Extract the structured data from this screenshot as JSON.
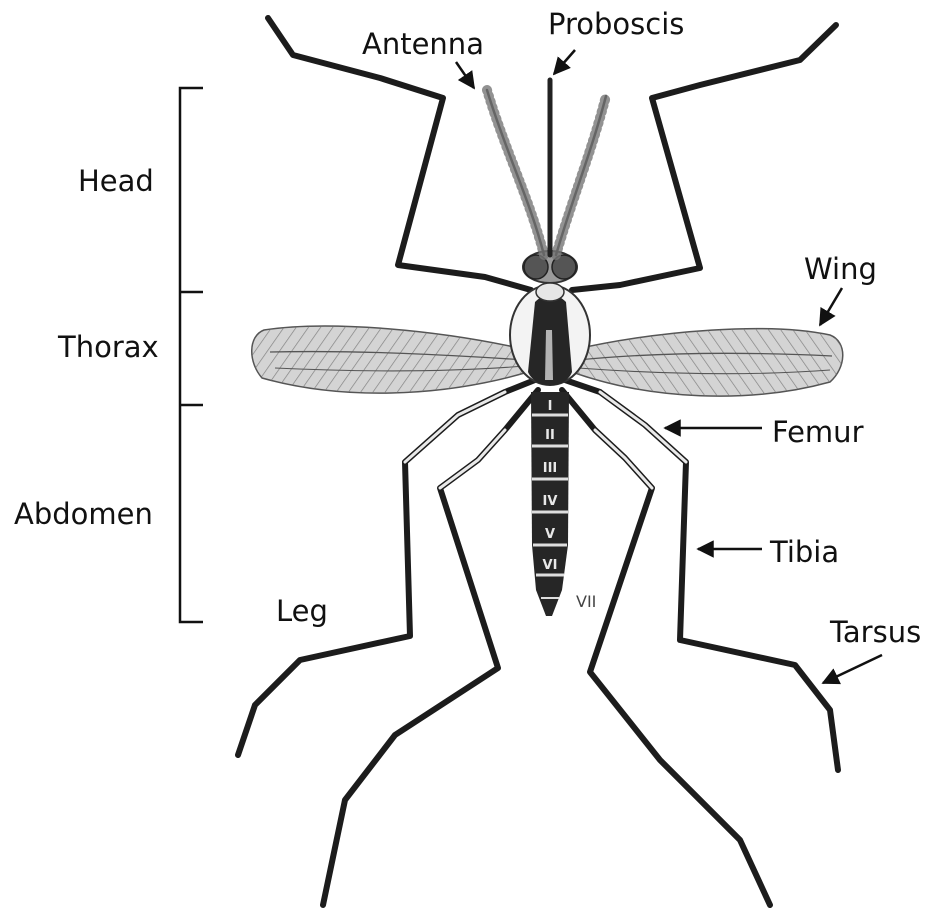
{
  "labels": {
    "antenna": "Antenna",
    "proboscis": "Proboscis",
    "head": "Head",
    "thorax": "Thorax",
    "abdomen": "Abdomen",
    "wing": "Wing",
    "femur": "Femur",
    "leg": "Leg",
    "tibia": "Tibia",
    "tarsus": "Tarsus"
  },
  "abdomen_segments": [
    "I",
    "II",
    "III",
    "IV",
    "V",
    "VI",
    "VII"
  ],
  "colors": {
    "ink": "#111111",
    "leg": "#1c1c1c",
    "wing_fill": "#cfcfcf",
    "body": "#262626"
  }
}
